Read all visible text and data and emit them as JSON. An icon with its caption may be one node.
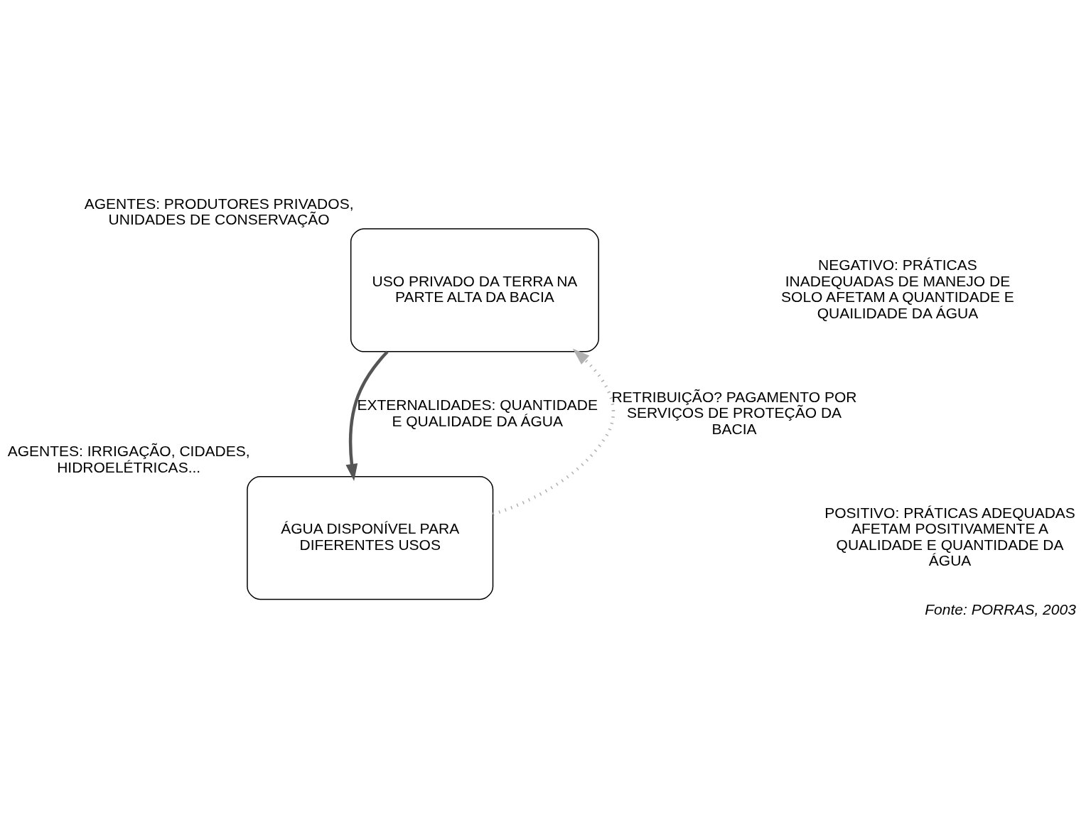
{
  "diagram": {
    "caption": "Fonte: PORRAS, 2003",
    "nodes": [
      {
        "text": [
          "USO PRIVADO DA TERRA NA PARTE ALTA DA BACIA"
        ],
        "beside": [
          "AGENTES: PRODUTORES PRIVADOS, UNIDADES DE CONSERVAÇÃO"
        ]
      },
      {
        "text": [
          "ÁGUA DISPONÍVEL PARA DIFERENTES USOS"
        ],
        "beside": [
          "AGENTES: IRRIGAÇÃO, CIDADES, HIDROELÉTRICAS..."
        ]
      }
    ],
    "edges": [
      {
        "from": 0,
        "to": 1,
        "arrow": "to",
        "label": "EXTERNALIDADES: QUANTIDADE E QUALIDADE DA ÁGUA"
      },
      {
        "from": 1,
        "to": 0,
        "arrow": "to",
        "label": "RETRIBUIÇÃO? PAGAMENTO POR SERVIÇOS DE PROTEÇÃO DA BACIA",
        "style": "dashed",
        "color": "#b0b0b0"
      }
    ],
    "labels": [
      "NEGATIVO: PRÁTICAS INADEQUADAS DE MANEJO DE SOLO AFETAM A QUANTIDADE E QUAILIDADE DA ÁGUA",
      "POSITIVO: PRÁTICAS ADEQUADAS AFETAM POSITIVAMENTE A QUALIDADE E QUANTIDADE DA ÁGUA"
    ]
  }
}
